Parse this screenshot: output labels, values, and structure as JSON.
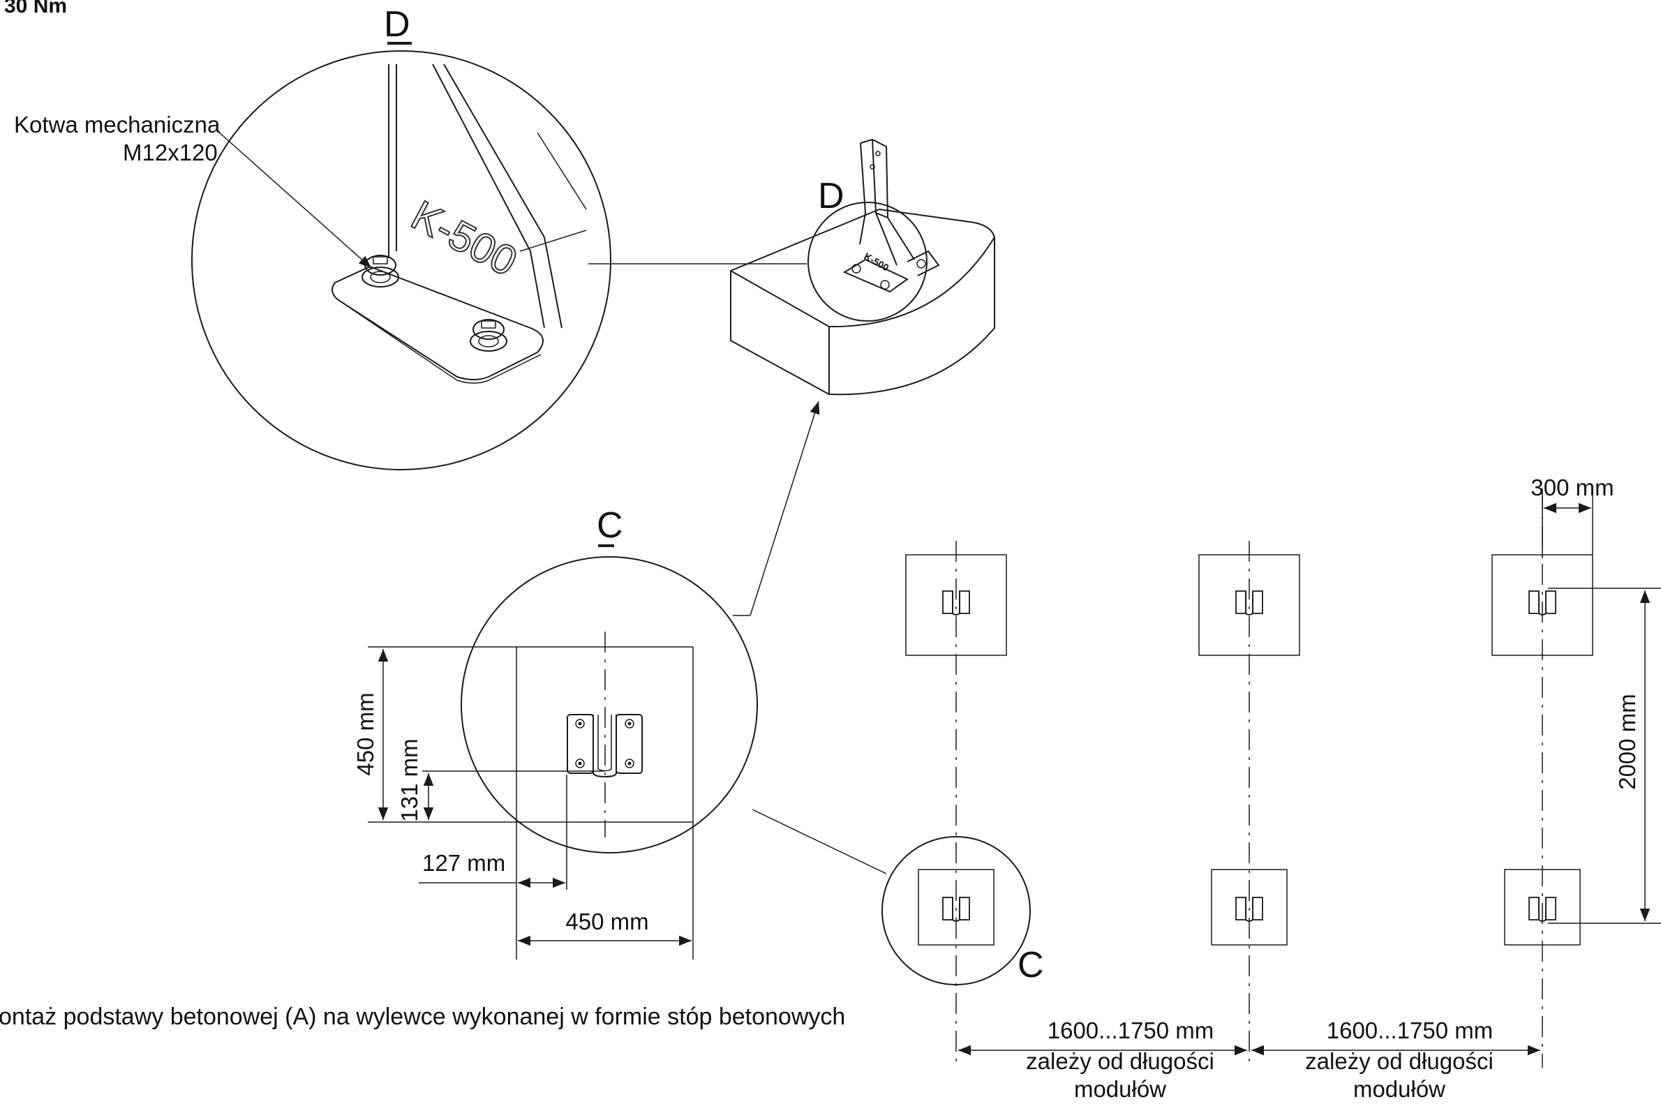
{
  "torque_note": "30 Nm",
  "detail_d": {
    "title": "D",
    "marker": "D",
    "anchor_label_line1": "Kotwa mechaniczna",
    "anchor_label_line2": "M12x120",
    "bracket_engraving": "K-500",
    "small_engraving": "K-500"
  },
  "detail_c": {
    "title": "C",
    "marker": "C",
    "dim_height": "450 mm",
    "dim_offset_vertical": "131 mm",
    "dim_offset_horizontal": "127 mm",
    "dim_width": "450 mm"
  },
  "plan": {
    "dim_pad_width": "300 mm",
    "dim_row_spacing": "2000 mm",
    "spacing": [
      {
        "value": "1600...1750 mm",
        "note_line1": "zależy od długości",
        "note_line2": "modułów"
      },
      {
        "value": "1600...1750 mm",
        "note_line1": "zależy od długości",
        "note_line2": "modułów"
      }
    ]
  },
  "caption": "ontaż podstawy betonowej (A) na wylewce wykonanej w formie stóp betonowych"
}
